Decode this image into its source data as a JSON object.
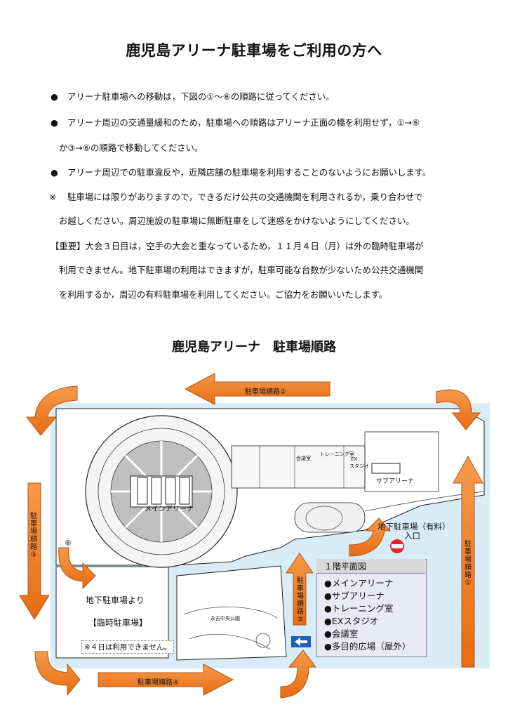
{
  "header": {
    "title": "鹿児島アリーナ駐車場をご利用の方へ"
  },
  "notes": [
    {
      "marker": "●",
      "lines": [
        "アリーナ駐車場への移動は，下図の①～⑥の順路に従ってください。"
      ]
    },
    {
      "marker": "●",
      "lines": [
        "アリーナ周辺の交通量緩和のため，駐車場への順路はアリーナ正面の橋を利用せず，①→⑥",
        "か③→⑥の順路で移動してください。"
      ]
    },
    {
      "marker": "●",
      "lines": [
        "アリーナ周辺での駐車違反や，近隣店舗の駐車場を利用することのないようにお願いします。"
      ]
    },
    {
      "marker": "※",
      "lines": [
        "駐車場には限りがありますので，できるだけ公共の交通機関を利用されるか，乗り合わせで",
        "お越しください。周辺施設の駐車場に無断駐車をして迷惑をかけないようにしてください。"
      ]
    },
    {
      "marker": "",
      "lines": [
        "【重要】大会３日目は，空手の大会と重なっているため，１１月４日（月）は外の臨時駐車場が",
        "利用できません。地下駐車場の利用はできますが，駐車可能な台数が少ないため公共交通機関",
        "を利用するか，周辺の有料駐車場を利用してください。ご協力をお願いいたします。"
      ]
    }
  ],
  "map": {
    "title": "鹿児島アリーナ　駐車場順路",
    "routes": {
      "r1": "駐車場順路①",
      "r2": "駐車場順路②",
      "r3": "駐車場順路③",
      "r4": "駐車場順路④",
      "r5": "駐車場順路⑤",
      "r6": "⑥"
    },
    "main_arena": "メインアリーナ",
    "sub_arena": "サブアリーナ",
    "underground_parking": "地下駐車場（有料）",
    "entrance": "入口",
    "temp_parking_from": "地下駐車場より",
    "temp_parking": "【臨時駐車場】",
    "temp_note": "※４日は利用できません。",
    "legend": {
      "title": "１階平面図",
      "items": [
        "●メインアリーナ",
        "●サブアリーナ",
        "●トレーニング室",
        "●EXスタジオ",
        "●会議室",
        "●多目的広場（屋外）"
      ]
    },
    "small_labels": {
      "training": "トレーニング室",
      "ex": "EX",
      "studio": "スタジオ",
      "meeting": "会議室",
      "park": "永吉中央公園"
    },
    "colors": {
      "arrow": "#f07a22",
      "arrow_edge": "#b35410",
      "site": "#d7ecf7",
      "no_entry": "#e2262b",
      "sign": "#1f5fbf"
    }
  }
}
